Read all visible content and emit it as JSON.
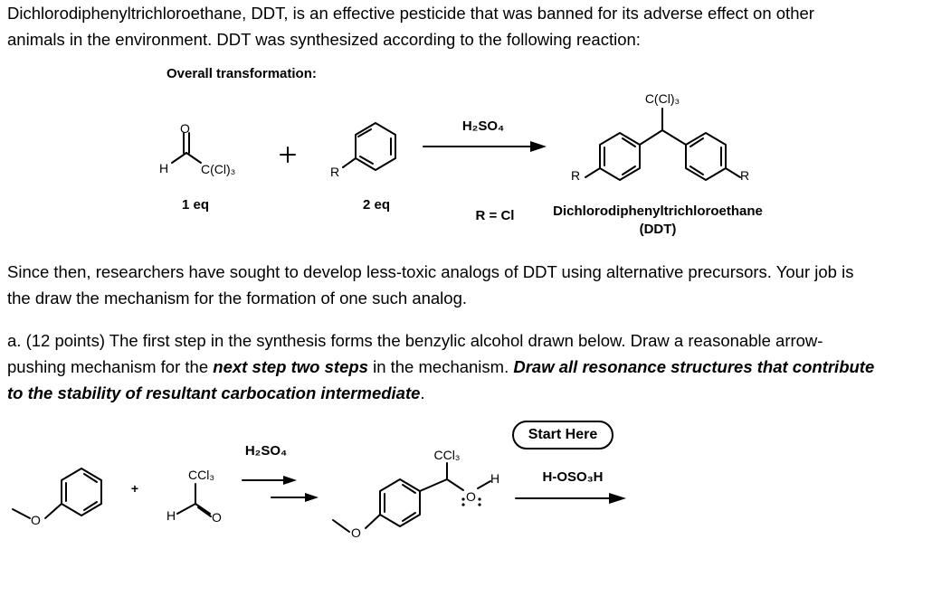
{
  "intro": {
    "line1": "Dichlorodiphenyltrichloroethane, DDT, is an effective pesticide that was banned for its adverse effect on other",
    "line2": "animals in the environment. DDT was synthesized according to the following reaction:"
  },
  "overall": {
    "heading": "Overall transformation:",
    "reagent_top": "H₂SO₄",
    "equiv_aldehyde": "1 eq",
    "equiv_arene": "2 eq",
    "r_definition": "R = Cl",
    "product_name": "Dichlorodiphenyltrichloroethane",
    "product_abbrev": "(DDT)",
    "plus": "+",
    "atoms": {
      "h": "H",
      "o": "O",
      "ccl3": "C(Cl)₃",
      "r": "R",
      "ccl3_product": "C(Cl)₃"
    }
  },
  "since": {
    "line1": "Since then, researchers have sought to develop less-toxic analogs of DDT using alternative precursors. Your job is",
    "line2": "the draw the mechanism for the formation of one such analog."
  },
  "question_a": {
    "part1": "a. (12 points) The first step in the synthesis forms the benzylic alcohol drawn below. Draw a reasonable arrow-",
    "part2": "pushing mechanism for the ",
    "emph1": "next step two steps",
    "part3": " in the mechanism. ",
    "emph2": "Draw all resonance structures that contribute",
    "emph3": "to the stability of resultant carbocation intermediate",
    "part4": "."
  },
  "bottom_scheme": {
    "plus": "+",
    "reagent": "H₂SO₄",
    "start_badge": "Start Here",
    "acid": "H-OSO₃H",
    "atoms": {
      "o": "O",
      "h": "H",
      "ccl3": "CCl₃",
      "alcohol_o": "O",
      "alcohol_h": "H"
    }
  }
}
